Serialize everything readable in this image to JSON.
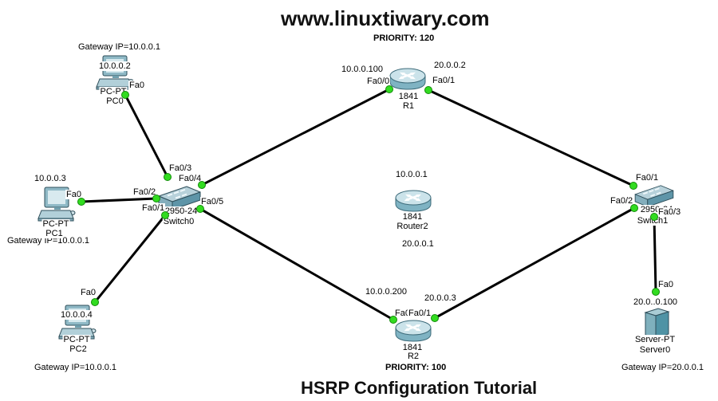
{
  "page": {
    "site_title": "www.linuxtiwary.com",
    "tutorial_title": "HSRP Configuration Tutorial"
  },
  "colors": {
    "background": "#ffffff",
    "cable": "#000000",
    "port_status_up": "#32dc20",
    "device_body": "#8fb9c6",
    "device_top": "#cbe3ea",
    "text": "#000000"
  },
  "devices": {
    "r1": {
      "model": "1841",
      "name": "R1",
      "priority_note": "PRIORITY: 120",
      "ip_left": "10.0.0.100",
      "port_left": "Fa0/0",
      "ip_right": "20.0.0.2",
      "port_right": "Fa0/1"
    },
    "router2": {
      "model": "1841",
      "name": "Router2",
      "ip_top": "10.0.0.1",
      "ip_bottom": "20.0.0.1"
    },
    "r2": {
      "model": "1841",
      "name": "R2",
      "priority_note": "PRIORITY: 100",
      "ip_left": "10.0.0.200",
      "port_left": "Fa0",
      "ip_right": "20.0.0.3",
      "port_right": "Fa0/1"
    },
    "switch0": {
      "model": "2950-24",
      "name": "Switch0",
      "port_fa01": "Fa0/1",
      "port_fa02": "Fa0/2",
      "port_fa03": "Fa0/3",
      "port_fa04": "Fa0/4",
      "port_fa05": "Fa0/5"
    },
    "switch1": {
      "model": "2950-24",
      "name": "Switch1",
      "port_fa01": "Fa0/1",
      "port_fa02": "Fa0/2",
      "port_fa03": "Fa0/3"
    },
    "pc0": {
      "model": "PC-PT",
      "name": "PC0",
      "ip": "10.0.0.2",
      "port": "Fa0",
      "gateway_note": "Gateway IP=10.0.0.1"
    },
    "pc1": {
      "model": "PC-PT",
      "name": "PC1",
      "ip": "10.0.0.3",
      "port": "Fa0",
      "gateway_note": "Gateway IP=10.0.0.1"
    },
    "pc2": {
      "model": "PC-PT",
      "name": "PC2",
      "ip": "10.0.0.4",
      "port": "Fa0",
      "gateway_note": "Gateway IP=10.0.0.1"
    },
    "server0": {
      "model": "Server-PT",
      "name": "Server0",
      "ip": "20.0..0.100",
      "port": "Fa0",
      "gateway_note": "Gateway IP=20.0.0.1"
    }
  },
  "links": [
    {
      "from": "PC0 Fa0",
      "to": "Switch0 Fa0/3"
    },
    {
      "from": "PC1 Fa0",
      "to": "Switch0 Fa0/2"
    },
    {
      "from": "PC2 Fa0",
      "to": "Switch0 Fa0/1"
    },
    {
      "from": "Switch0 Fa0/4",
      "to": "R1 Fa0/0"
    },
    {
      "from": "Switch0 Fa0/5",
      "to": "R2 Fa0"
    },
    {
      "from": "R1 Fa0/1",
      "to": "Switch1 Fa0/1"
    },
    {
      "from": "R2 Fa0/1",
      "to": "Switch1 Fa0/2"
    },
    {
      "from": "Switch1 Fa0/3",
      "to": "Server0 Fa0"
    }
  ]
}
